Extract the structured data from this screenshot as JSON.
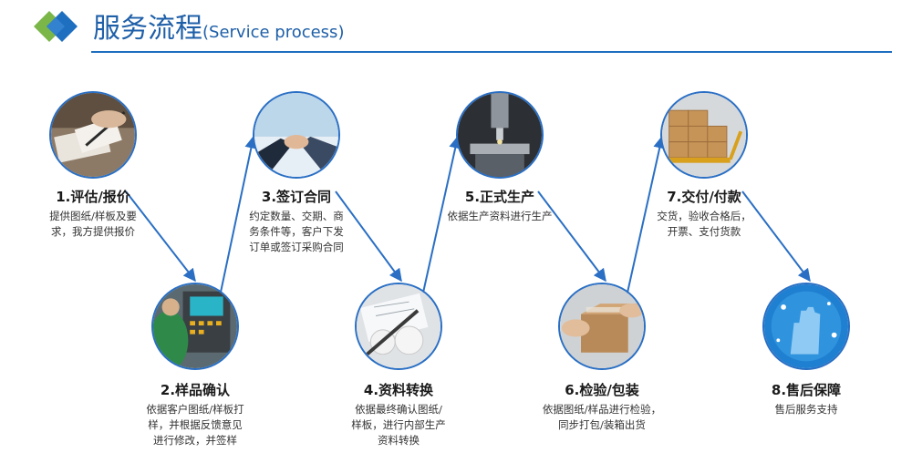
{
  "header": {
    "title": "服务流程",
    "subtitle": "(Service process)"
  },
  "colors": {
    "accent": "#1e6fc0",
    "logo_green": "#7ab648",
    "logo_blue": "#1e6fc0"
  },
  "steps": [
    {
      "label": "1.评估/报价",
      "desc": [
        "提供图纸/样板及要",
        "求，我方提供报价"
      ],
      "icon": "documents-pen-photo"
    },
    {
      "label": "2.样品确认",
      "desc": [
        "依据客户图纸/样板打",
        "样，并根据反馈意见",
        "进行修改，并签样"
      ],
      "icon": "cnc-control-panel-photo"
    },
    {
      "label": "3.签订合同",
      "desc": [
        "约定数量、交期、商",
        "务条件等，客户下发",
        "订单或签订采购合同"
      ],
      "icon": "handshake-photo"
    },
    {
      "label": "4.资料转换",
      "desc": [
        "依据最终确认图纸/",
        "样板，进行内部生产",
        "资料转换"
      ],
      "icon": "blueprints-photo"
    },
    {
      "label": "5.正式生产",
      "desc": [
        "依据生产资料进行生产"
      ],
      "icon": "cnc-machining-photo"
    },
    {
      "label": "6.检验/包装",
      "desc": [
        "依据图纸/样品进行检验，",
        "同步打包/装箱出货"
      ],
      "icon": "packing-box-photo"
    },
    {
      "label": "7.交付/付款",
      "desc": [
        "交货，验收合格后，",
        "开票、支付货款"
      ],
      "icon": "pallet-truck-boxes-photo"
    },
    {
      "label": "8.售后保障",
      "desc": [
        "售后服务支持"
      ],
      "icon": "digital-hand-photo"
    }
  ]
}
